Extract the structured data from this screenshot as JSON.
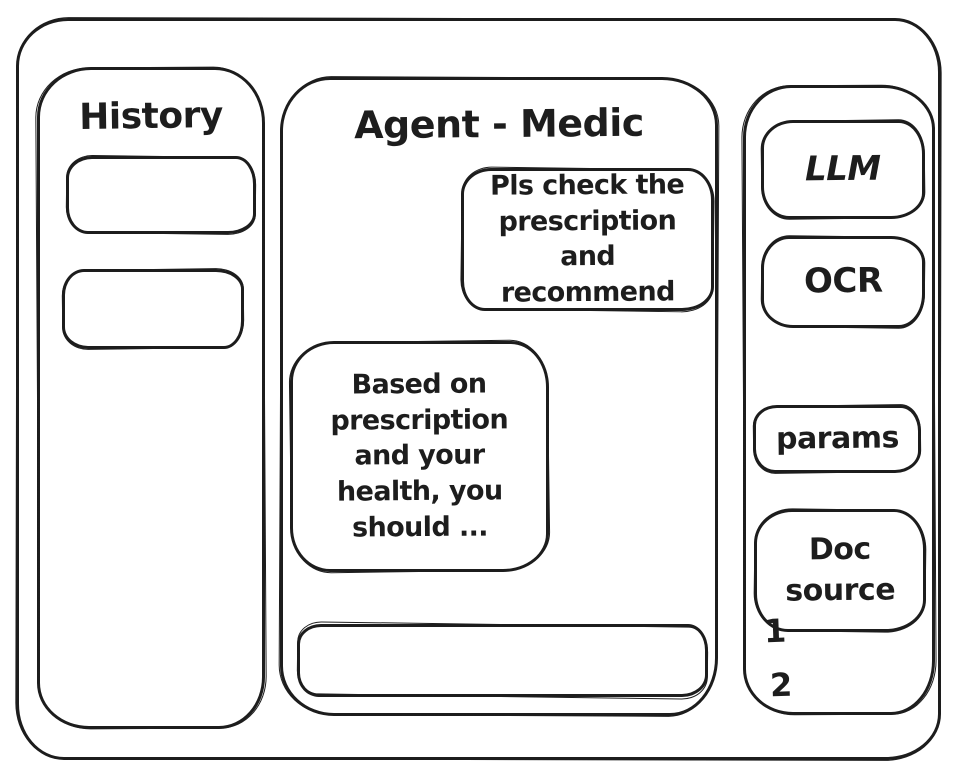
{
  "colors": {
    "ink": "#1d1d1d",
    "background": "#ffffff"
  },
  "history_panel": {
    "title": "History",
    "items": [
      {
        "label": ""
      },
      {
        "label": ""
      }
    ]
  },
  "chat_panel": {
    "title": "Agent - Medic",
    "messages": [
      {
        "role": "user",
        "text": "Pls check the prescription and recommend"
      },
      {
        "role": "agent",
        "text": "Based on prescription and your health, you should ..."
      }
    ],
    "input": {
      "value": ""
    }
  },
  "tools_panel": {
    "buttons": [
      {
        "label": "LLM"
      },
      {
        "label": "OCR"
      },
      {
        "label": "params"
      },
      {
        "label": "Doc source"
      }
    ],
    "doc_source_items": [
      "1",
      "2"
    ]
  }
}
